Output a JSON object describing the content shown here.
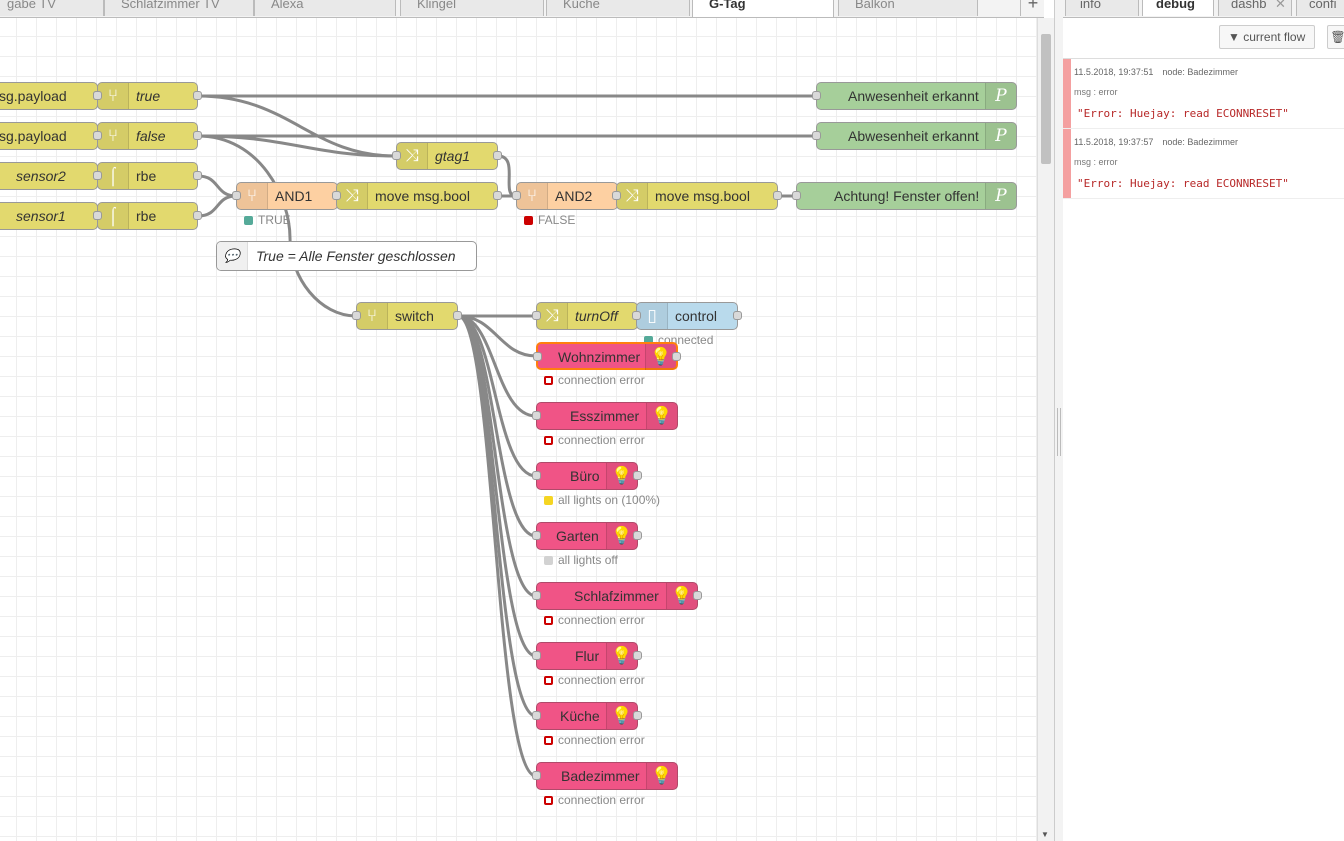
{
  "tabs": [
    {
      "label": "gabe TV",
      "active": false
    },
    {
      "label": "Schlafzimmer TV",
      "active": false
    },
    {
      "label": "Alexa",
      "active": false
    },
    {
      "label": "Klingel",
      "active": false
    },
    {
      "label": "Küche",
      "active": false
    },
    {
      "label": "G-Tag",
      "active": true
    },
    {
      "label": "Balkon",
      "active": false
    }
  ],
  "add_tab_icon": "plus-icon",
  "nodes": {
    "payload1": "sg.payload",
    "payload2": "sg.payload",
    "switch_true": "true",
    "switch_false": "false",
    "sensor2": "sensor2",
    "sensor1": "sensor1",
    "rbe1": "rbe",
    "rbe2": "rbe",
    "gtag1": "gtag1",
    "and1": "AND1",
    "and1_status": "TRUE",
    "move1": "move msg.bool",
    "and2": "AND2",
    "and2_status": "FALSE",
    "move2": "move msg.bool",
    "anwesenheit": "Anwesenheit erkannt",
    "abwesenheit": "Abwesenheit erkannt",
    "fenster": "Achtung! Fenster offen!",
    "comment": "True = Alle Fenster geschlossen",
    "switch": "switch",
    "turnoff": "turnOff",
    "control": "control",
    "control_status": "connected"
  },
  "lights": [
    {
      "label": "Wohnzimmer",
      "status": "connection error",
      "dot": "ring"
    },
    {
      "label": "Esszimmer",
      "status": "connection error",
      "dot": "ring"
    },
    {
      "label": "Büro",
      "status": "all lights on (100%)",
      "dot": "yel"
    },
    {
      "label": "Garten",
      "status": "all lights off",
      "dot": "grey"
    },
    {
      "label": "Schlafzimmer",
      "status": "connection error",
      "dot": "ring"
    },
    {
      "label": "Flur",
      "status": "connection error",
      "dot": "ring"
    },
    {
      "label": "Küche",
      "status": "connection error",
      "dot": "ring"
    },
    {
      "label": "Badezimmer",
      "status": "connection error",
      "dot": "ring"
    }
  ],
  "sidebar": {
    "tabs": [
      {
        "label": "info",
        "active": false
      },
      {
        "label": "debug",
        "active": true
      },
      {
        "label": "dashb",
        "active": false
      },
      {
        "label": "confi",
        "active": false
      }
    ],
    "filter_label": "current flow",
    "messages": [
      {
        "time": "11.5.2018, 19:37:51",
        "node": "node: Badezimmer",
        "topic": "msg : error",
        "value": "\"Error: Huejay: read ECONNRESET\""
      },
      {
        "time": "11.5.2018, 19:37:57",
        "node": "node: Badezimmer",
        "topic": "msg : error",
        "value": "\"Error: Huejay: read ECONNRESET\""
      }
    ]
  },
  "colors": {
    "function": "#e2d96e",
    "output": "#a6cf9a",
    "and": "#fdd0a2",
    "hue": "#f05486",
    "control": "#b9daec",
    "debug_error": "#f4a0a0"
  }
}
